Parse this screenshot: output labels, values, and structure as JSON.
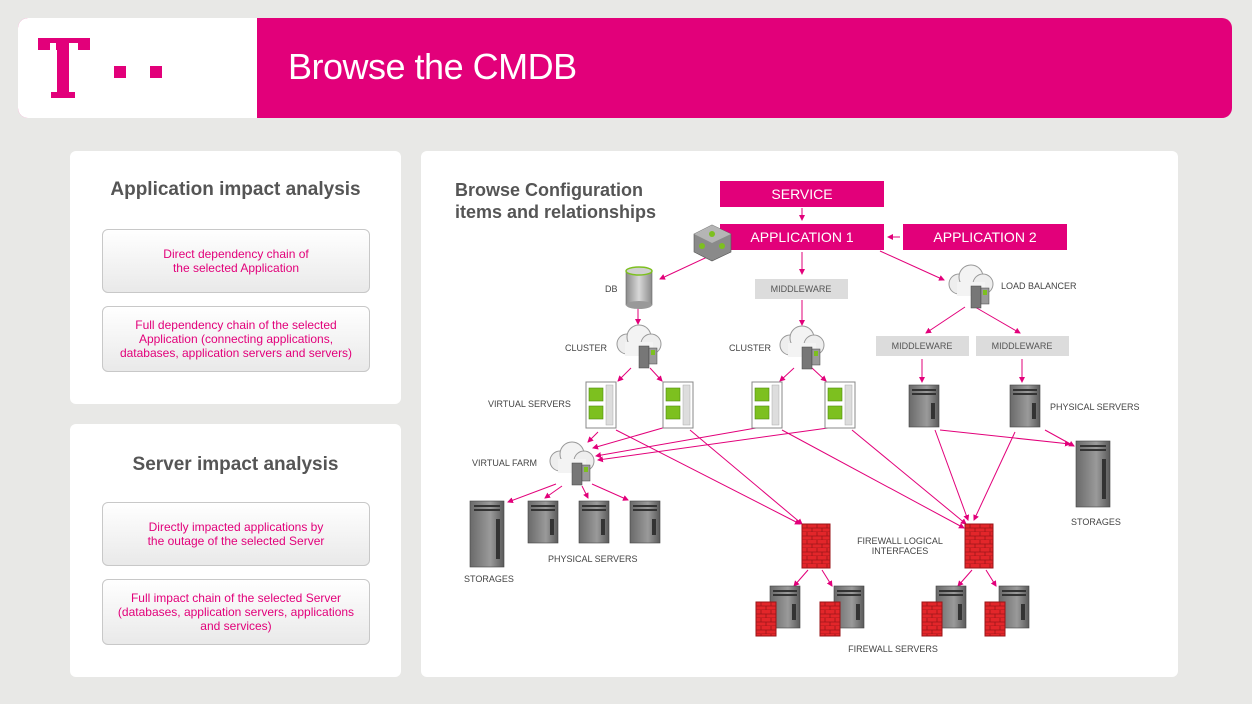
{
  "header": {
    "title": "Browse the CMDB",
    "logo": "telekom-t-logo",
    "brand_color": "#e2007a"
  },
  "app_panel": {
    "title": "Application impact analysis",
    "cards": [
      "Direct dependency chain of\nthe selected Application",
      "Full dependency chain of the selected\nApplication (connecting applications,\ndatabases, application servers and servers)"
    ]
  },
  "server_panel": {
    "title": "Server impact analysis",
    "cards": [
      "Directly impacted applications by\nthe outage of the selected Server",
      "Full impact chain of the selected Server\n(databases, application servers, applications\nand services)"
    ]
  },
  "main_panel": {
    "title": "Browse Configuration\nitems and relationships",
    "boxes": {
      "service": "SERVICE",
      "app1": "APPLICATION 1",
      "app2": "APPLICATION 2"
    },
    "middleware": [
      "MIDDLEWARE",
      "MIDDLEWARE",
      "MIDDLEWARE"
    ],
    "labels": {
      "db": "DB",
      "load_balancer": "LOAD BALANCER",
      "cluster_left": "CLUSTER",
      "cluster_mid": "CLUSTER",
      "virtual_servers": "VIRTUAL SERVERS",
      "virtual_farm": "VIRTUAL FARM",
      "physical_servers_right": "PHYSICAL SERVERS",
      "physical_servers_bottom": "PHYSICAL SERVERS",
      "storages_left": "STORAGES",
      "storages_right": "STORAGES",
      "firewall_logical_1": "FIREWALL LOGICAL",
      "firewall_logical_2": "INTERFACES",
      "firewall_servers": "FIREWALL SERVERS"
    }
  }
}
